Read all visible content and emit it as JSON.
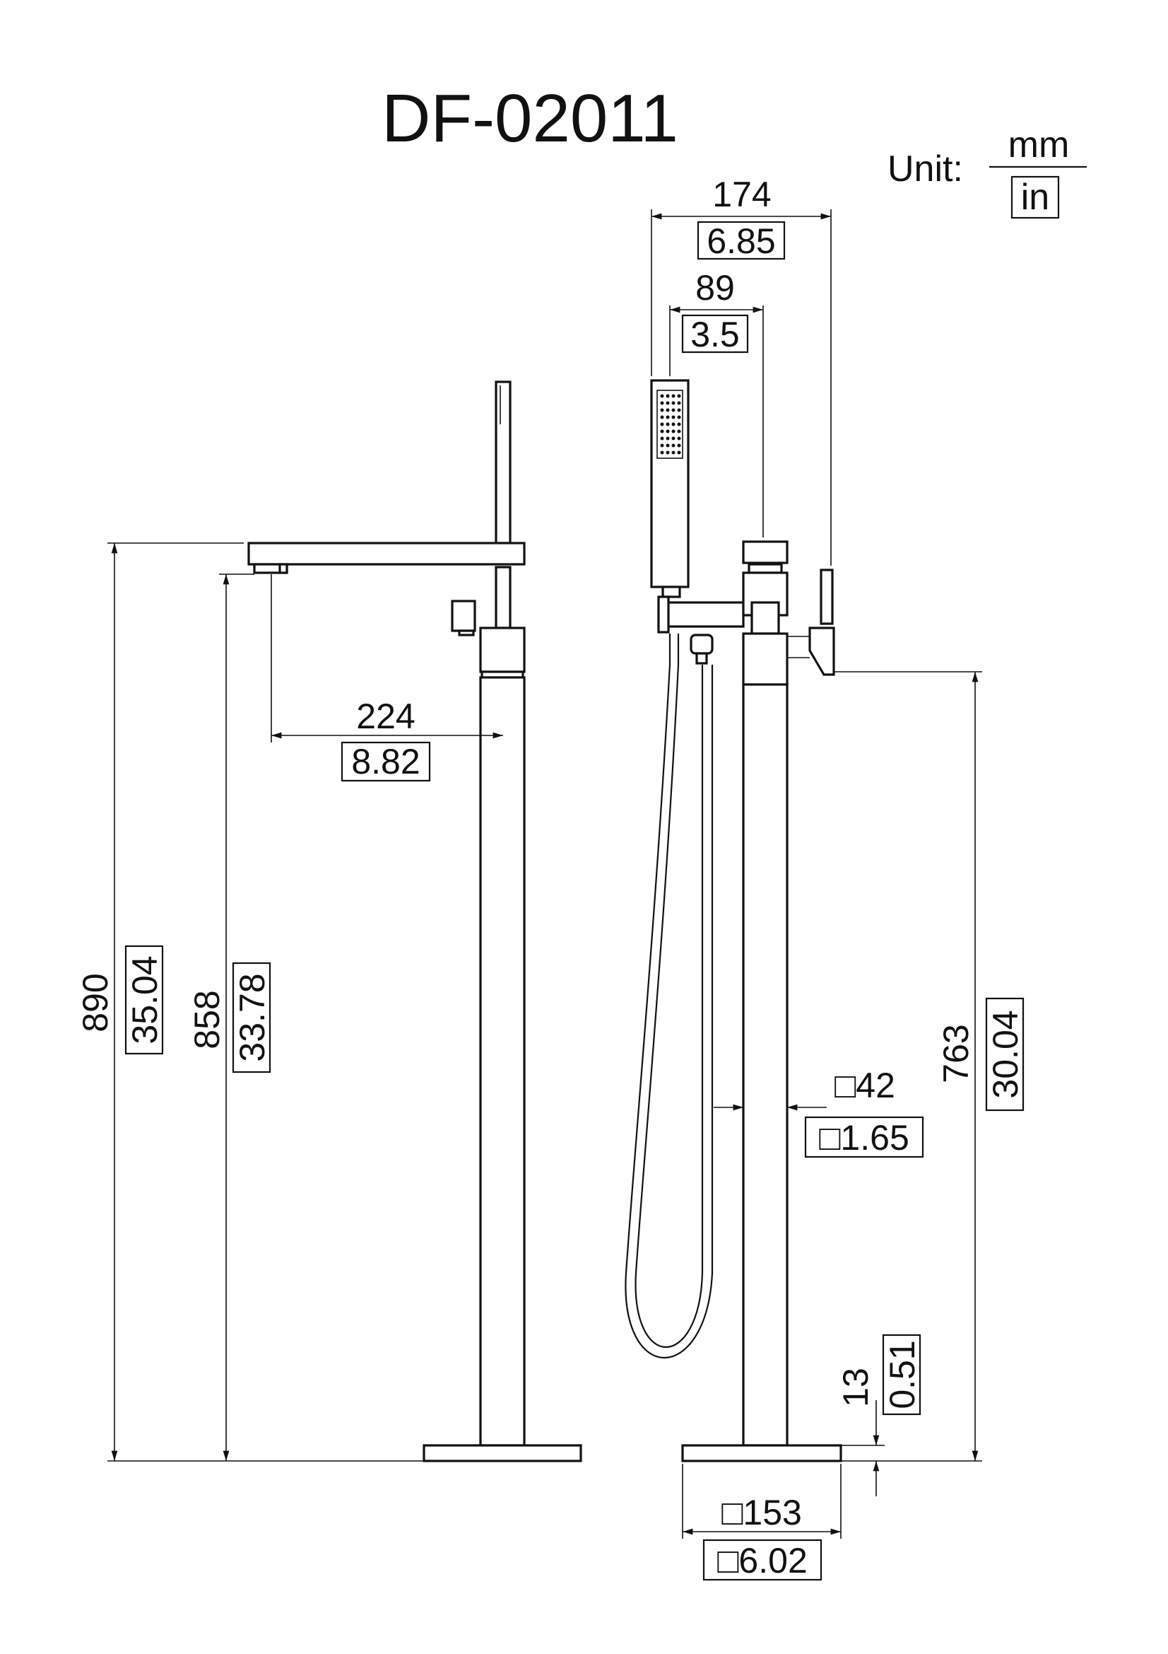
{
  "title": "DF-02011",
  "unit": {
    "label": "Unit:",
    "primary": "mm",
    "secondary": "in"
  },
  "dimensions": {
    "overall_width": {
      "mm": "174",
      "in": "6.85"
    },
    "handshower_offset": {
      "mm": "89",
      "in": "3.5"
    },
    "spout_reach": {
      "mm": "224",
      "in": "8.82"
    },
    "total_height": {
      "mm": "890",
      "in": "35.04"
    },
    "spout_height": {
      "mm": "858",
      "in": "33.78"
    },
    "handle_height": {
      "mm": "763",
      "in": "30.04"
    },
    "column_size": {
      "mm": "□42",
      "in": "□1.65"
    },
    "base_thickness": {
      "mm": "13",
      "in": "0.51"
    },
    "base_size": {
      "mm": "□153",
      "in": "□6.02"
    }
  }
}
